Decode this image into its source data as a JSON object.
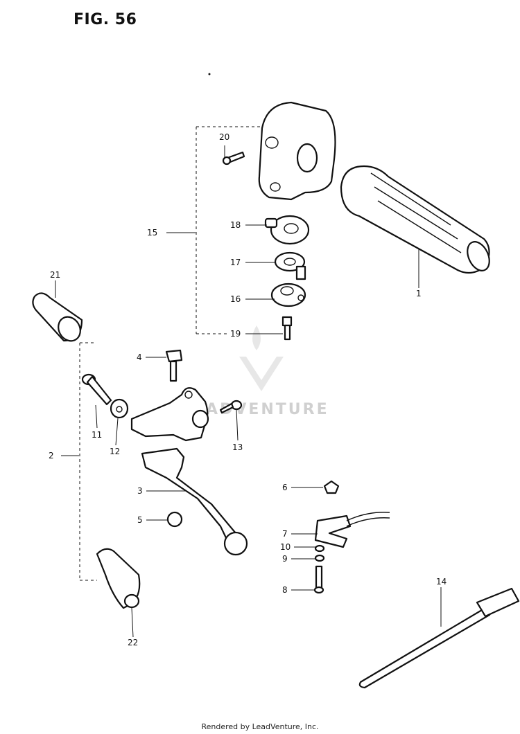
{
  "figure": {
    "title": "FIG. 56"
  },
  "watermark": {
    "text": "LEADVENTURE"
  },
  "footer": {
    "text": "Rendered by LeadVenture, Inc."
  },
  "callouts": [
    {
      "id": "c1",
      "label": "1"
    },
    {
      "id": "c2",
      "label": "2"
    },
    {
      "id": "c3",
      "label": "3"
    },
    {
      "id": "c4",
      "label": "4"
    },
    {
      "id": "c5",
      "label": "5"
    },
    {
      "id": "c6",
      "label": "6"
    },
    {
      "id": "c7",
      "label": "7"
    },
    {
      "id": "c8",
      "label": "8"
    },
    {
      "id": "c9",
      "label": "9"
    },
    {
      "id": "c10",
      "label": "10"
    },
    {
      "id": "c11",
      "label": "11"
    },
    {
      "id": "c12",
      "label": "12"
    },
    {
      "id": "c13",
      "label": "13"
    },
    {
      "id": "c14",
      "label": "14"
    },
    {
      "id": "c15",
      "label": "15"
    },
    {
      "id": "c16",
      "label": "16"
    },
    {
      "id": "c17",
      "label": "17"
    },
    {
      "id": "c18",
      "label": "18"
    },
    {
      "id": "c19",
      "label": "19"
    },
    {
      "id": "c20",
      "label": "20"
    },
    {
      "id": "c21",
      "label": "21"
    },
    {
      "id": "c22",
      "label": "22"
    }
  ]
}
